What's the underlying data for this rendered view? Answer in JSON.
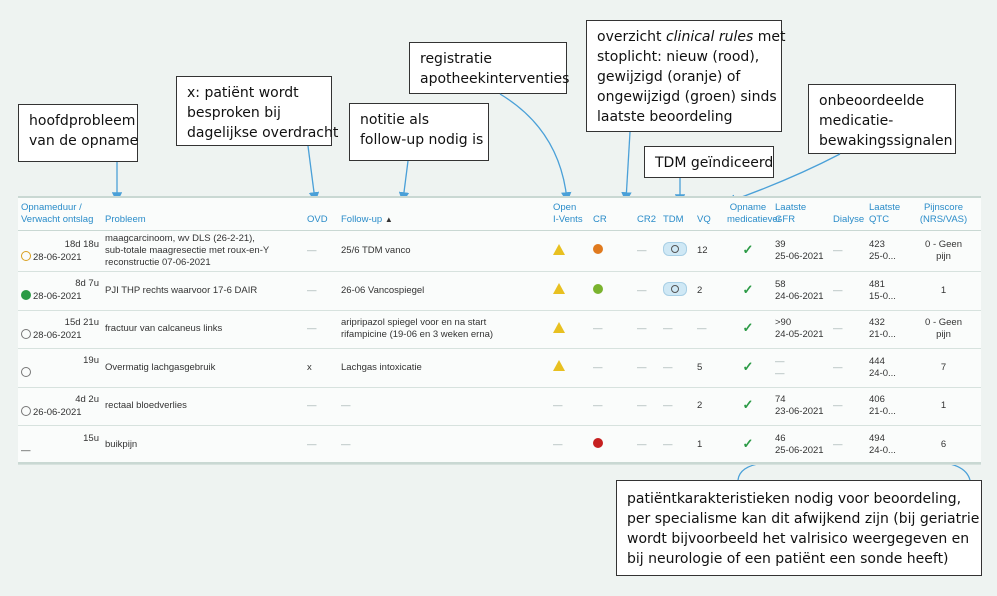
{
  "callouts": {
    "hoofdprobleem": [
      "hoofdprobleem",
      "van de opname"
    ],
    "ovd": [
      "x: patiënt wordt",
      "besproken bij",
      "dagelijkse overdracht"
    ],
    "followup": [
      "notitie als",
      "follow-up nodig is"
    ],
    "ivents": [
      "registratie",
      "apotheekinterventies"
    ],
    "clinical_rules_pre": "overzicht ",
    "clinical_rules_italic": "clinical rules",
    "clinical_rules_post": " met",
    "clinical_rules_rest": [
      "stoplicht: nieuw (rood),",
      "gewijzigd (oranje) of",
      "ongewijzigd (groen) sinds",
      "laatste beoordeling"
    ],
    "tdm": "TDM geïndiceerd",
    "medicatie": [
      "onbeoordeelde",
      "medicatie-",
      "bewakingssignalen"
    ],
    "patient": [
      "patiëntkarakteristieken nodig voor beoordeling,",
      "per specialisme kan dit afwijkend zijn (bij geriatrie",
      "wordt bijvoorbeeld het valrisico weergegeven en",
      "bij neurologie of een patiënt een sonde heeft)"
    ]
  },
  "table": {
    "headers": {
      "opnameduur": "Opnameduur /",
      "verwacht": "Verwacht ontslag",
      "probleem": "Probleem",
      "ovd": "OVD",
      "followup": "Follow-up",
      "sort_icon": "▲",
      "ivents_1": "Open",
      "ivents_2": "I-Vents",
      "cr": "CR",
      "cr2": "CR2",
      "tdm": "TDM",
      "vq": "VQ",
      "opname_med_1": "Opname",
      "opname_med_2": "medicatiever",
      "gfr_1": "Laatste",
      "gfr_2": "GFR",
      "dialyse": "Dialyse",
      "qtc_1": "Laatste",
      "qtc_2": "QTC",
      "pijn_1": "Pijnscore",
      "pijn_2": "(NRS/VAS)"
    },
    "dash": "—",
    "check": "✓",
    "rows": [
      {
        "duration": "18d 18u",
        "date": "28-06-2021",
        "clock": "y",
        "problem": [
          "maagcarcinoom, wv DLS (26-2-21),",
          "sub-totale maagresectie met roux-en-Y",
          "reconstructie 07-06-2021"
        ],
        "ovd": "—",
        "followup": [
          "25/6 TDM vanco"
        ],
        "ivents": "warn",
        "cr": "#e07a1e",
        "cr2": "—",
        "tdm": "pill",
        "vq": "12",
        "med": "check",
        "gfr": "39",
        "gfr_date": "25-06-2021",
        "dialyse": "—",
        "qtc": "423",
        "qtc_date": "25-0...",
        "pijn": [
          "0 - Geen",
          "pijn"
        ]
      },
      {
        "duration": "8d 7u",
        "date": "28-06-2021",
        "clock": "g",
        "problem": [
          "PJI THP rechts waarvoor 17-6 DAIR"
        ],
        "ovd": "—",
        "followup": [
          "26-06 Vancospiegel"
        ],
        "ivents": "warn",
        "cr": "#7ab32e",
        "cr2": "—",
        "tdm": "pill",
        "vq": "2",
        "med": "check",
        "gfr": "58",
        "gfr_date": "24-06-2021",
        "dialyse": "—",
        "qtc": "481",
        "qtc_date": "15-0...",
        "pijn": [
          "1"
        ]
      },
      {
        "duration": "15d 21u",
        "date": "28-06-2021",
        "clock": "n",
        "problem": [
          "fractuur van calcaneus links"
        ],
        "ovd": "—",
        "followup": [
          "aripripazol spiegel voor en na start",
          "rifampicine (19-06 en 3 weken erna)"
        ],
        "ivents": "warn",
        "cr": "—",
        "cr2": "—",
        "tdm": "—",
        "vq": "—",
        "med": "check",
        "gfr": ">90",
        "gfr_date": "24-05-2021",
        "dialyse": "—",
        "qtc": "432",
        "qtc_date": "21-0...",
        "pijn": [
          "0 - Geen",
          "pijn"
        ]
      },
      {
        "duration": "19u",
        "date": "",
        "clock": "n",
        "problem": [
          "Overmatig lachgasgebruik"
        ],
        "ovd": "x",
        "followup": [
          "Lachgas intoxicatie"
        ],
        "ivents": "warn",
        "cr": "—",
        "cr2": "—",
        "tdm": "—",
        "vq": "5",
        "med": "check",
        "gfr": "—",
        "gfr_date": "—",
        "dialyse": "—",
        "qtc": "444",
        "qtc_date": "24-0...",
        "pijn": [
          "7"
        ]
      },
      {
        "duration": "4d 2u",
        "date": "26-06-2021",
        "clock": "n",
        "problem": [
          "rectaal bloedverlies"
        ],
        "ovd": "—",
        "followup": [
          "—"
        ],
        "ivents": "—",
        "cr": "—",
        "cr2": "—",
        "tdm": "—",
        "vq": "2",
        "med": "check",
        "gfr": "74",
        "gfr_date": "23-06-2021",
        "dialyse": "—",
        "qtc": "406",
        "qtc_date": "21-0...",
        "pijn": [
          "1"
        ]
      },
      {
        "duration": "15u",
        "date": "—",
        "clock": "none",
        "problem": [
          "buikpijn"
        ],
        "ovd": "—",
        "followup": [
          "—"
        ],
        "ivents": "—",
        "cr": "#c62020",
        "cr2": "—",
        "tdm": "—",
        "vq": "1",
        "med": "check",
        "gfr": "46",
        "gfr_date": "25-06-2021",
        "dialyse": "—",
        "qtc": "494",
        "qtc_date": "24-0...",
        "pijn": [
          "6"
        ]
      }
    ]
  }
}
